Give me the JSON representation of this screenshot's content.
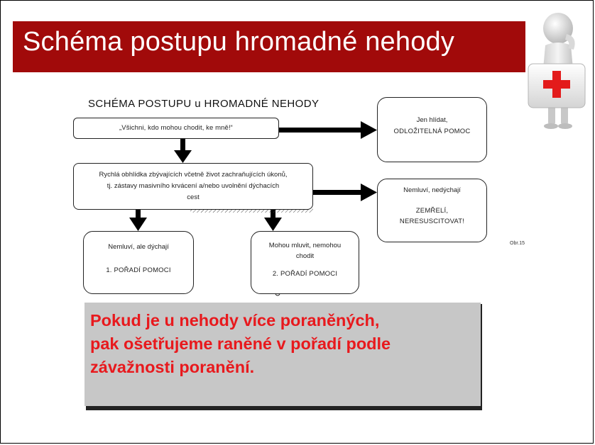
{
  "slide": {
    "title": "Schéma postupu hromadné nehody"
  },
  "diagram": {
    "heading": "SCHÉMA POSTUPU u HROMADNÉ NEHODY",
    "start_box": {
      "text": "„Všichni, kdo mohou chodit, ke mně!“"
    },
    "assess_box": {
      "line1": "Rychlá obhlídka zbývajících včetně život zachraňujících úkonů,",
      "line2": "tj. zástavy masivního krvácení a/nebo uvolnění dýchacích",
      "line3": "cest"
    },
    "walking_box": {
      "line1": "Jen hlídat,",
      "line2": "ODLOŽITELNÁ POMOC"
    },
    "dead_box": {
      "line1": "Nemluví, nedýchají",
      "line2": "ZEMŘELÍ,",
      "line3": "NERESUSCITOVAT!"
    },
    "priority1_box": {
      "line1": "Nemluví, ale dýchají",
      "line2": "1. POŘADÍ POMOCI"
    },
    "priority2_box": {
      "line1": "Mohou mluvit, nemohou",
      "line2": "chodit",
      "line3": "2. POŘADÍ POMOCI"
    },
    "figure_ref": "Obr.15"
  },
  "callout": {
    "line1": "Pokud je u nehody více poraněných,",
    "line2": "pak ošetřujeme raněné v pořadí podle",
    "line3": "závažnosti poranění."
  },
  "colors": {
    "title_bar": "#a10a0a",
    "callout_bg": "#c7c7c7",
    "callout_text": "#e8191d",
    "cross": "#e31b1b"
  },
  "icons": {
    "figure": "first-aid-figure-icon"
  }
}
